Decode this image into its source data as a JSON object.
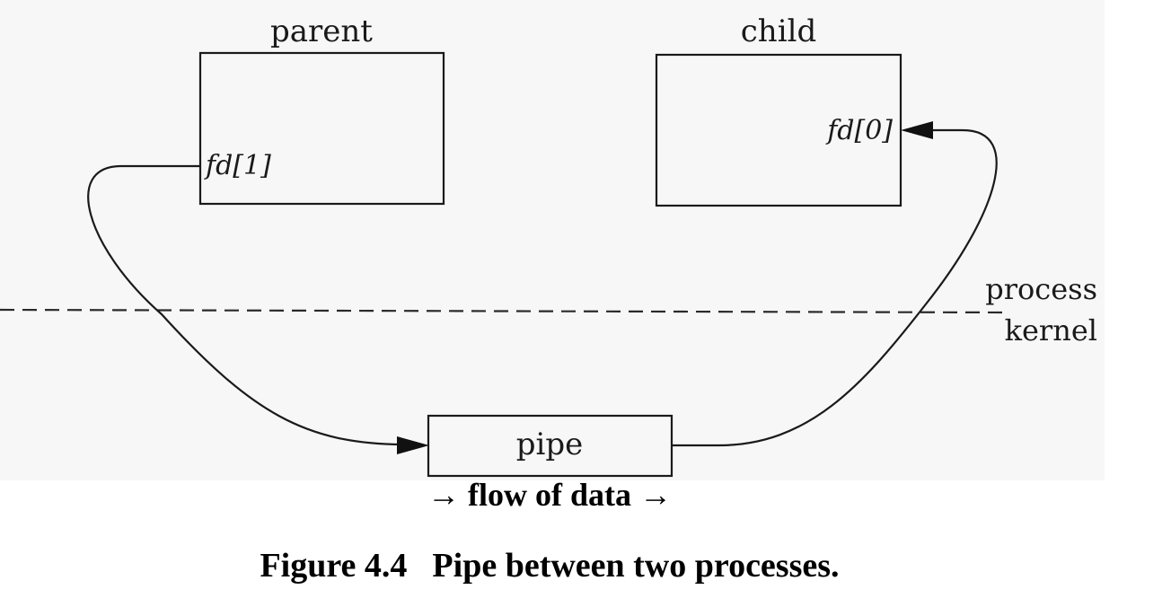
{
  "parent": {
    "title": "parent",
    "fd": "fd[1]"
  },
  "child": {
    "title": "child",
    "fd": "fd[0]"
  },
  "boundary": {
    "upper_label": "process",
    "lower_label": "kernel"
  },
  "pipe": {
    "label": "pipe"
  },
  "flow_label": "→ flow of data →",
  "caption": {
    "number": "Figure 4.4",
    "text": "Pipe between two processes."
  },
  "colors": {
    "ink": "#1a1a1a",
    "diagram_background": "#f7f7f7",
    "page_background": "#ffffff"
  }
}
